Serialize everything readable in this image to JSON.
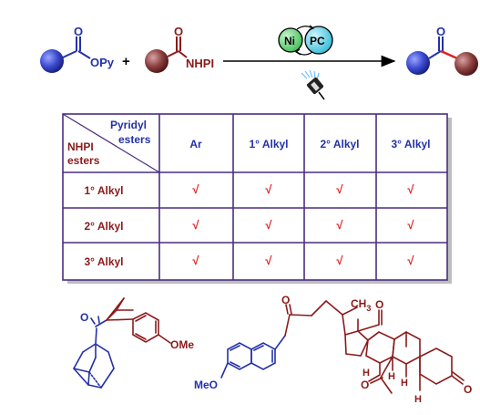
{
  "colors": {
    "blue": "#2431a8",
    "dark_red": "#8b1a1a",
    "check_red": "#e02020",
    "table_border": "#4b2d7f",
    "ni_green": "#5ccf6a",
    "pc_cyan": "#5fd4e8"
  },
  "scheme": {
    "reagent1": {
      "carbonyl_o": "O",
      "leaving_group": "OPy"
    },
    "plus": "+",
    "reagent2": {
      "carbonyl_o": "O",
      "leaving_group": "NHPI"
    },
    "catalysts": {
      "nickel": "Ni",
      "photocatalyst": "PC"
    },
    "product": {
      "carbonyl_o": "O"
    }
  },
  "table": {
    "corner": {
      "top_line1": "Pyridyl",
      "top_line2": "esters",
      "bottom_line1": "NHPI",
      "bottom_line2": "esters"
    },
    "columns": [
      "Ar",
      "1° Alkyl",
      "2° Alkyl",
      "3° Alkyl"
    ],
    "rows": [
      {
        "label": "1° Alkyl",
        "cells": [
          "√",
          "√",
          "√",
          "√"
        ]
      },
      {
        "label": "2° Alkyl",
        "cells": [
          "√",
          "√",
          "√",
          "√"
        ]
      },
      {
        "label": "3° Alkyl",
        "cells": [
          "√",
          "√",
          "√",
          "√"
        ]
      }
    ]
  },
  "examples": {
    "left": {
      "oxygen": "O",
      "methoxy": "OMe"
    },
    "right": {
      "ketone_o_1": "O",
      "ketone_o_2": "O",
      "ketone_o_3": "O",
      "ketone_o_4": "O",
      "methyl": "CH",
      "methyl_sub": "3",
      "methoxy": "MeO",
      "h1": "H",
      "h2": "H",
      "h3": "H",
      "h4": "H"
    }
  }
}
